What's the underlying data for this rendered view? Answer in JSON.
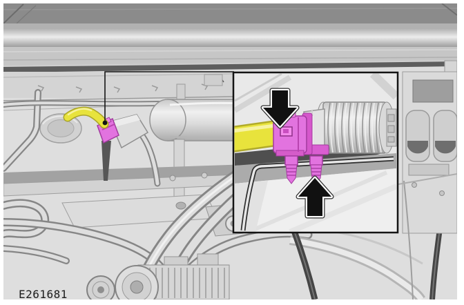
{
  "figure": {
    "id_label": "E261681",
    "inset": {
      "arrow_icons": [
        {
          "name": "arrow-down-icon",
          "direction": "down",
          "glyph": "⬇"
        },
        {
          "name": "arrow-up-icon",
          "direction": "up",
          "glyph": "⬆"
        }
      ]
    },
    "colors": {
      "page_background": "#ffffff",
      "inset_background": "#e9e9e9",
      "line_art": "#9a9a9a",
      "highlight_yellow": "#e8e33c",
      "yellow_outline": "#aaa52a",
      "highlight_magenta": "#e273df",
      "magenta_outline": "#a23a9e",
      "arrow_fill": "#111111",
      "arrow_outline": "#ffffff",
      "leader_line": "#141414"
    }
  }
}
